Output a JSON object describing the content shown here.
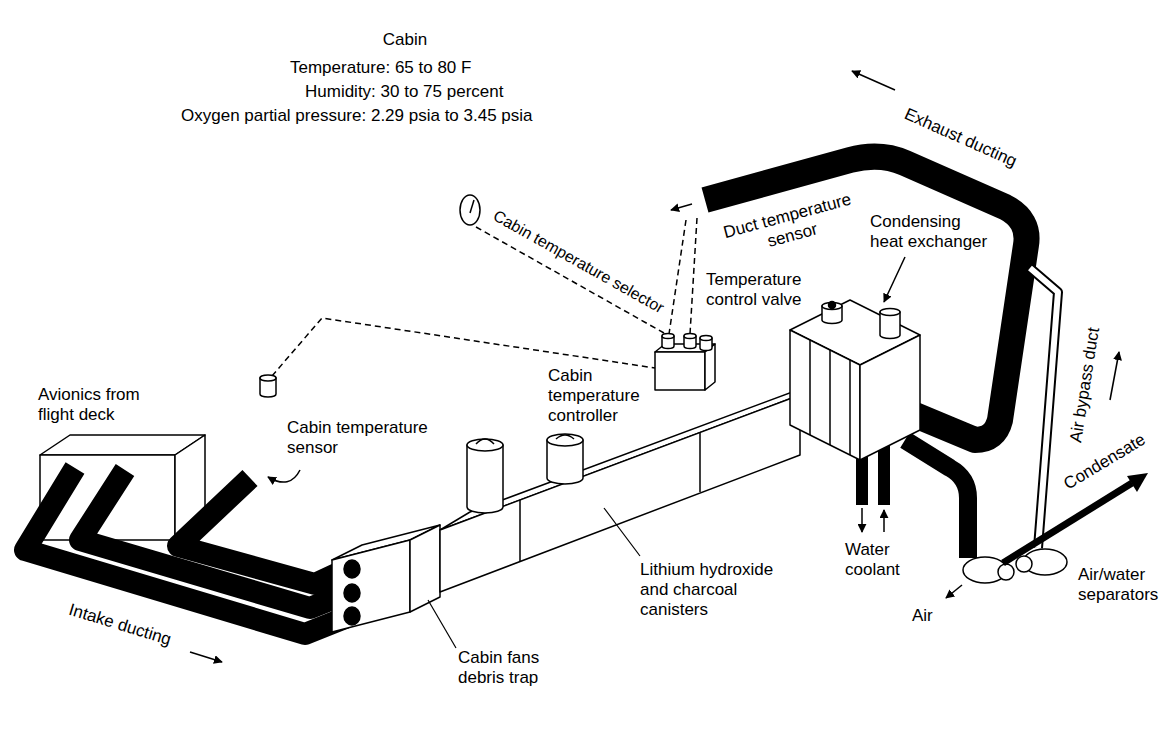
{
  "diagram": {
    "nodes": [
      {
        "text": [
          "Cabin",
          "Temperature: 65 to 80 F",
          "Humidity: 30 to 75 percent",
          "Oxygen partial pressure: 2.29 psia to 3.45 psia"
        ]
      }
    ],
    "labels": [
      "Cabin temperature selector",
      "Duct temperature sensor",
      "Exhaust ducting",
      "Condensing heat exchanger",
      "Temperature control valve",
      "Cabin temperature controller",
      "Avionics from flight deck",
      "Cabin temperature sensor",
      "Air bypass duct",
      "Condensate",
      "Water coolant",
      "Air/water separators",
      "Air",
      "Lithium hydroxide and charcoal canisters",
      "Cabin fans debris trap",
      "Intake ducting"
    ]
  }
}
